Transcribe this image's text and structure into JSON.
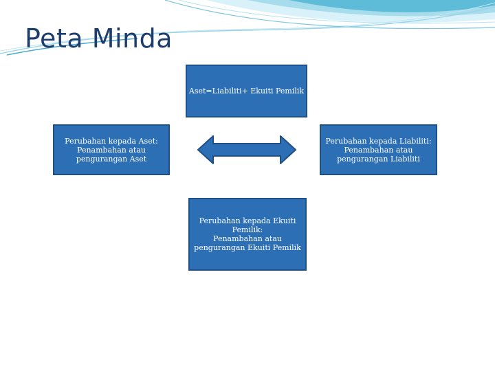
{
  "slide": {
    "title": "Peta Minda"
  },
  "diagram": {
    "top_box": "Aset=Liabiliti+ Ekuiti Pemilik",
    "left_box": "Perubahan kepada Aset:\nPenambahan atau\npengurangan Aset",
    "right_box": "Perubahan kepada Liabiliti:\nPenambahan atau\npengurangan Liabiliti",
    "bottom_box": "Perubahan kepada Ekuiti\nPemilik:\nPenambahan atau\npengurangan Ekuiti Pemilik",
    "arrow_icon": "double-headed-arrow-icon"
  },
  "colors": {
    "box_fill": "#2d6fb5",
    "box_border": "#1e4f86",
    "title": "#1c3d6e",
    "wave_light": "#bfe6f2",
    "wave_mid": "#7fcbe2",
    "wave_dark": "#3aa3c9"
  }
}
